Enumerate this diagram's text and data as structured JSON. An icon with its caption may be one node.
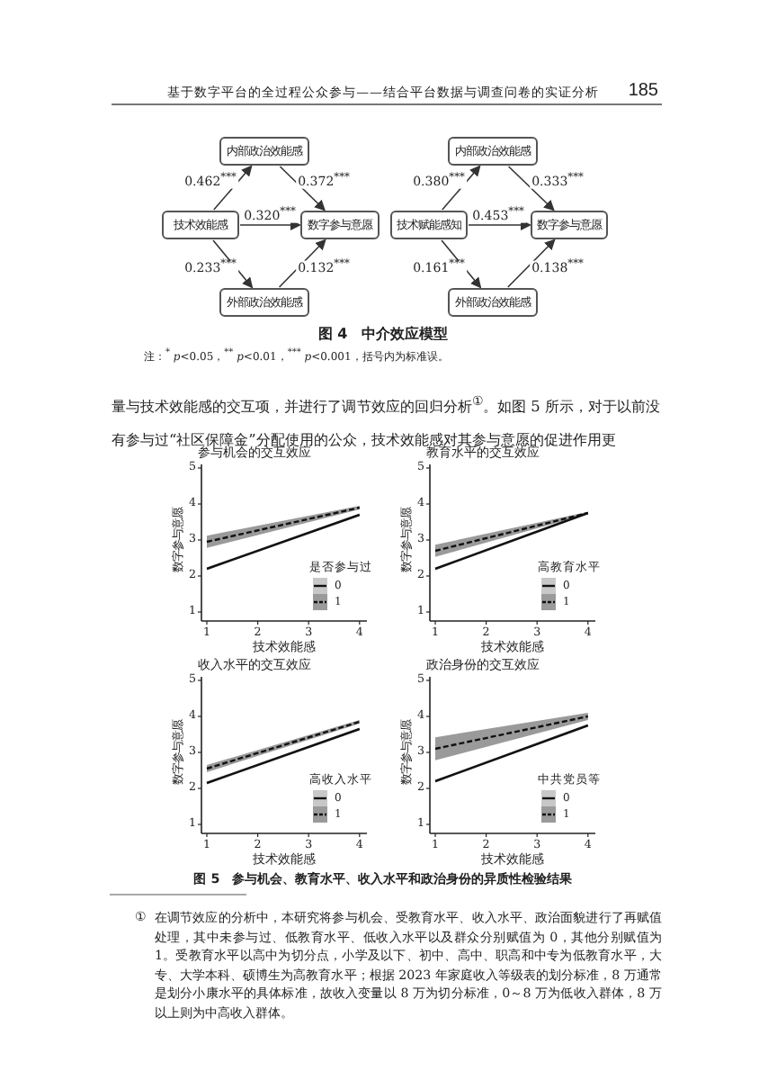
{
  "diagram": {
    "nodes": [
      {
        "text": [
          "内部政治效能感"
        ]
      },
      {
        "text": [
          "技术效能感"
        ]
      },
      {
        "text": [
          "数字参与意愿"
        ]
      },
      {
        "text": [
          "外部政治效能感"
        ]
      },
      {
        "text": [
          "内部政治效能感"
        ]
      },
      {
        "text": [
          "技术赋能感知"
        ]
      },
      {
        "text": [
          "数字参与意愿"
        ]
      },
      {
        "text": [
          "外部政治效能感"
        ]
      }
    ],
    "edges": [
      {
        "from": 1,
        "to": 0,
        "arrow": "to",
        "label": "0.462$^{***}$"
      },
      {
        "from": 0,
        "to": 2,
        "arrow": "to",
        "label": "0.372$^{***}$"
      },
      {
        "from": 1,
        "to": 2,
        "arrow": "to",
        "label": "0.320$^{***}$"
      },
      {
        "from": 1,
        "to": 3,
        "arrow": "to",
        "label": "0.233$^{***}$"
      },
      {
        "from": 3,
        "to": 2,
        "arrow": "to",
        "label": "0.132$^{***}$"
      },
      {
        "from": 5,
        "to": 4,
        "arrow": "to",
        "label": "0.380$^{***}$"
      },
      {
        "from": 4,
        "to": 6,
        "arrow": "to",
        "label": "0.333$^{***}$"
      },
      {
        "from": 5,
        "to": 6,
        "arrow": "to",
        "label": "0.453$^{***}$"
      },
      {
        "from": 5,
        "to": 7,
        "arrow": "to",
        "label": "0.161$^{***}$"
      },
      {
        "from": 7,
        "to": 6,
        "arrow": "to",
        "label": "0.138$^{***}$"
      }
    ],
    "labels": [
      "基于数字平台的全过程公众参与——结合平台数据与调查问卷的实证分析",
      "185",
      "图 4　中介效应模型",
      "注：$^{*}$ *p*<0.05，$^{**}$ *p*<0.01，$^{***}$ *p*<0.001，括号内为标准误。",
      "量与技术效能感的交互项，并进行了调节效应的回归分析$^{①}$。如图 5 所示，对于以前没有参与过“社区保障金”分配使用的公众，技术效能感对其参与意愿的促进作用更",
      "参与机会的交互效应",
      "数字参与意愿",
      "5",
      "4",
      "3",
      "2",
      "1",
      "是否参与过",
      "1",
      "2",
      "3",
      "4",
      "技术效能感",
      "教育水平的交互效应",
      "数字参与意愿",
      "5",
      "4",
      "3",
      "2",
      "1",
      "高教育水平",
      "1",
      "2",
      "3",
      "4",
      "技术效能感",
      "收入水平的交互效应",
      "数字参与意愿",
      "5",
      "4",
      "3",
      "2",
      "1",
      "高收入水平",
      "1",
      "2",
      "3",
      "4",
      "技术效能感",
      "政治身份的交互效应",
      "数字参与意愿",
      "5",
      "4",
      "3",
      "2",
      "1",
      "中共党员等",
      "1",
      "2",
      "3",
      "4",
      "技术效能感",
      "图 5　参与机会、教育水平、收入水平和政治身份的异质性检验结果",
      "①",
      "在调节效应的分析中，本研究将参与机会、受教育水平、收入水平、政治面貌进行了再赋值处理，其中未参与过、低教育水平、低收入水平以及群众分别赋值为 0，其他分别赋值为 1。受教育水平以高中为切分点，小学及以下、初中、高中、职高和中专为低教育水平，大专、大学本科、硕博生为高教育水平；根据 2023 年家庭收入等级表的划分标准，8 万通常是划分小康水平的具体标准，故收入变量以 8 万为切分标准，0～8 万为低收入群体，8 万以上则为中高收入群体。"
    ],
    "legend": [
      {
        "text": "0"
      },
      {
        "text": "1"
      },
      {
        "text": "0"
      },
      {
        "text": "1"
      },
      {
        "text": "0"
      },
      {
        "text": "1"
      },
      {
        "text": "0"
      },
      {
        "text": "1"
      }
    ]
  }
}
